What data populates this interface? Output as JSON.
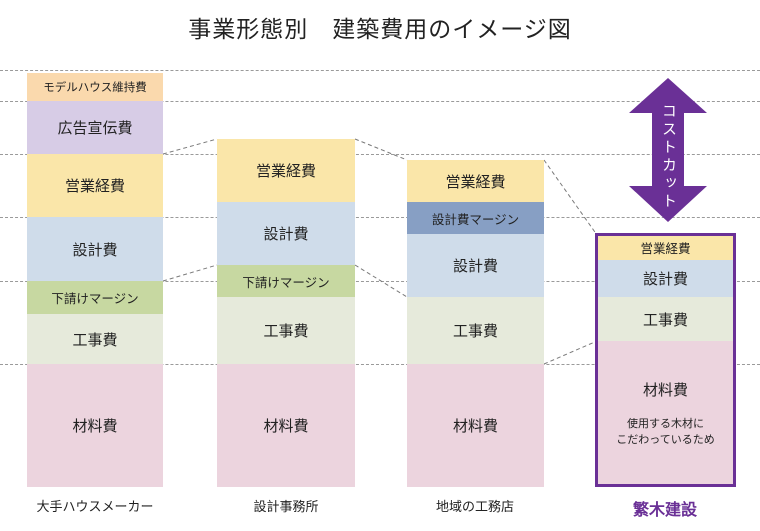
{
  "title": "事業形態別　建築費用のイメージ図",
  "arrow_label": "コストカット",
  "columns": [
    {
      "label": "大手ハウスメーカー",
      "segments": [
        {
          "label": "モデルハウス維持費"
        },
        {
          "label": "広告宣伝費"
        },
        {
          "label": "営業経費"
        },
        {
          "label": "設計費"
        },
        {
          "label": "下請けマージン"
        },
        {
          "label": "工事費"
        },
        {
          "label": "材料費"
        }
      ]
    },
    {
      "label": "設計事務所",
      "segments": [
        {
          "label": "営業経費"
        },
        {
          "label": "設計費"
        },
        {
          "label": "下請けマージン"
        },
        {
          "label": "工事費"
        },
        {
          "label": "材料費"
        }
      ]
    },
    {
      "label": "地域の工務店",
      "segments": [
        {
          "label": "営業経費"
        },
        {
          "label": "設計費マージン"
        },
        {
          "label": "設計費"
        },
        {
          "label": "工事費"
        },
        {
          "label": "材料費"
        }
      ]
    },
    {
      "label": "繁木建設",
      "segments": [
        {
          "label": "営業経費"
        },
        {
          "label": "設計費"
        },
        {
          "label": "工事費"
        },
        {
          "label": "材料費",
          "note_line1": "使用する木材に",
          "note_line2": "こだわっているため"
        }
      ]
    }
  ],
  "colors": {
    "highlight": "#6a3096",
    "model_house": "#fad9ad",
    "advertising": "#d7cce6",
    "sales": "#fae6a9",
    "design": "#cfdcea",
    "subcontract_margin": "#c7d8a1",
    "design_margin": "#879fc4",
    "construction": "#e6eadb",
    "materials": "#ecd4de"
  }
}
